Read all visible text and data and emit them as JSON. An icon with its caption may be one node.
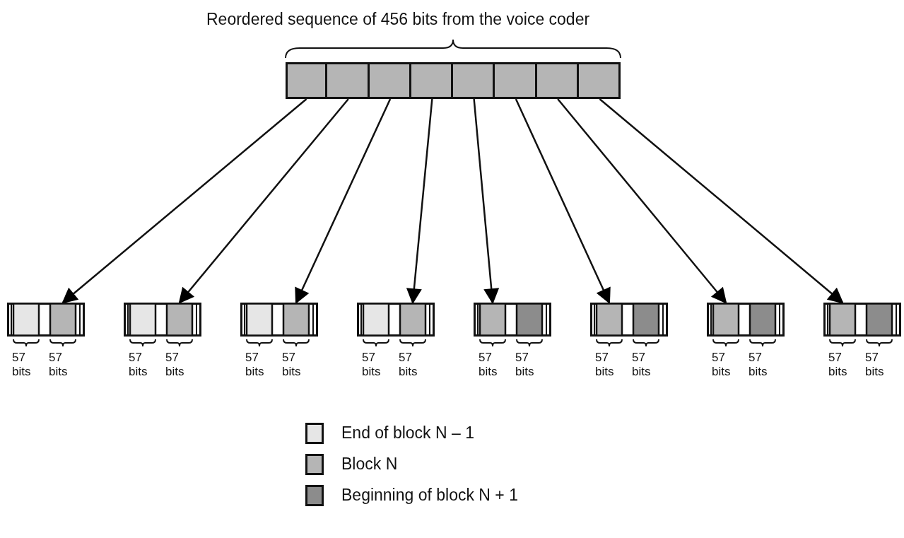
{
  "diagram": {
    "title": "Reordered sequence of 456 bits from the voice coder",
    "nodes": [
      {
        "text": [],
        "shape": "box"
      },
      {
        "text": [],
        "shape": "box"
      },
      {
        "text": [],
        "shape": "box"
      },
      {
        "text": [],
        "shape": "box"
      },
      {
        "text": [],
        "shape": "box"
      },
      {
        "text": [],
        "shape": "box"
      },
      {
        "text": [],
        "shape": "box"
      },
      {
        "text": [],
        "shape": "box"
      },
      {
        "text": [],
        "shape": "box",
        "beside": [
          "57 bits",
          "57 bits"
        ]
      },
      {
        "text": [],
        "shape": "box",
        "beside": [
          "57 bits",
          "57 bits"
        ]
      },
      {
        "text": [],
        "shape": "box",
        "beside": [
          "57 bits",
          "57 bits"
        ]
      },
      {
        "text": [],
        "shape": "box",
        "beside": [
          "57 bits",
          "57 bits"
        ]
      },
      {
        "text": [],
        "shape": "box",
        "beside": [
          "57 bits",
          "57 bits"
        ]
      },
      {
        "text": [],
        "shape": "box",
        "beside": [
          "57 bits",
          "57 bits"
        ]
      },
      {
        "text": [],
        "shape": "box",
        "beside": [
          "57 bits",
          "57 bits"
        ]
      },
      {
        "text": [],
        "shape": "box",
        "beside": [
          "57 bits",
          "57 bits"
        ]
      }
    ],
    "edges": [
      {
        "from": 0,
        "to": 8,
        "arrow": "to"
      },
      {
        "from": 1,
        "to": 9,
        "arrow": "to"
      },
      {
        "from": 2,
        "to": 10,
        "arrow": "to"
      },
      {
        "from": 3,
        "to": 11,
        "arrow": "to"
      },
      {
        "from": 4,
        "to": 12,
        "arrow": "to"
      },
      {
        "from": 5,
        "to": 13,
        "arrow": "to"
      },
      {
        "from": 6,
        "to": 14,
        "arrow": "to"
      },
      {
        "from": 7,
        "to": 15,
        "arrow": "to"
      }
    ],
    "legend": [
      {
        "text": "End of block N – 1",
        "color": "#e6e6e6"
      },
      {
        "text": "Block N",
        "color": "#b5b5b5"
      },
      {
        "text": "Beginning of block N + 1",
        "color": "#8c8c8c"
      }
    ]
  }
}
